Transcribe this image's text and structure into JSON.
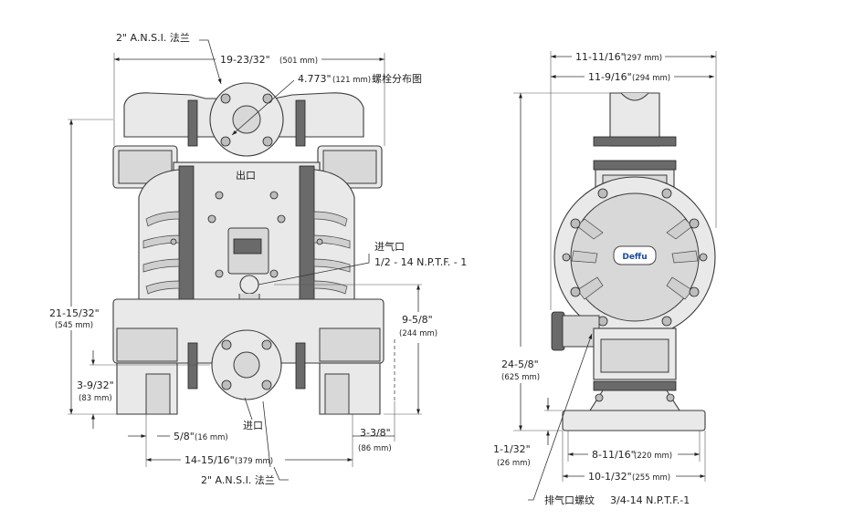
{
  "front_view": {
    "outlet_flange_label": "2\" A.N.S.I. 法兰",
    "overall_width_value": "19-23/32\"",
    "overall_width_metric": "(501 mm)",
    "bolt_circle_value": "4.773\"",
    "bolt_circle_metric": "(121 mm)",
    "bolt_circle_label": "螺栓分布图",
    "outlet_label": "出口",
    "air_inlet_label": "进气口",
    "air_inlet_thread": "1/2 - 14 N.P.T.F. - 1",
    "overall_height_value": "21-15/32\"",
    "overall_height_metric": "(545 mm)",
    "air_inlet_height_value": "9-5/8\"",
    "air_inlet_height_metric": "(244 mm)",
    "inlet_height_value": "3-9/32\"",
    "inlet_height_metric": "(83 mm)",
    "inlet_label": "进口",
    "foot_width_value": "5/8\"",
    "foot_width_metric": "(16 mm)",
    "side_offset_value": "3-3/8\"",
    "side_offset_metric": "(86 mm)",
    "mount_width_value": "14-15/16\"",
    "mount_width_metric": "(379 mm)",
    "inlet_flange_label": "2\" A.N.S.I. 法兰"
  },
  "side_view": {
    "overall_depth_value": "11-11/16\"",
    "overall_depth_metric": "(297 mm)",
    "chamber_depth_value": "11-9/16\"",
    "chamber_depth_metric": "(294 mm)",
    "logo_text": "Deffu",
    "overall_height_value": "24-5/8\"",
    "overall_height_metric": "(625 mm)",
    "base_height_value": "1-1/32\"",
    "base_height_metric": "(26 mm)",
    "base_inner_value": "8-11/16\"",
    "base_inner_metric": "(220 mm)",
    "base_outer_value": "10-1/32\"",
    "base_outer_metric": "(255 mm)",
    "exhaust_label": "排气口螺纹",
    "exhaust_thread": "3/4-14 N.P.T.F.-1"
  }
}
